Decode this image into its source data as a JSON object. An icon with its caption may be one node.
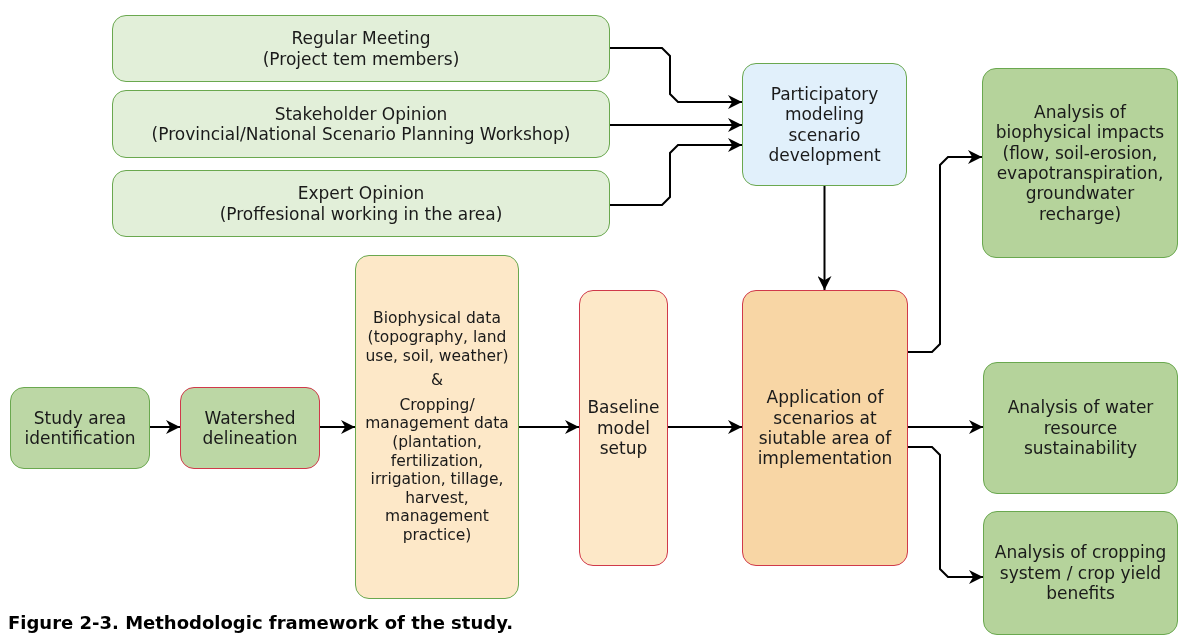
{
  "diagram": {
    "caption": "Figure 2-3. Methodologic framework of the study.",
    "nodes": [
      {
        "text": [
          "Regular Meeting",
          "(Project tem members)"
        ]
      },
      {
        "text": [
          "Stakeholder Opinion",
          "(Provincial/National Scenario Planning Workshop)"
        ]
      },
      {
        "text": [
          "Expert Opinion",
          "(Proffesional working in the area)"
        ]
      },
      {
        "text": [
          "Participatory modeling scenario development"
        ]
      },
      {
        "text": [
          "Study area identification"
        ]
      },
      {
        "text": [
          "Watershed delineation"
        ]
      },
      {
        "text": [
          "Biophysical data (topography, land use, soil, weather)",
          "&",
          "Cropping/ management data (plantation, fertilization, irrigation, tillage, harvest, management practice)"
        ]
      },
      {
        "text": [
          "Baseline model setup"
        ]
      },
      {
        "text": [
          "Application of scenarios at siutable area of implementation"
        ]
      },
      {
        "text": [
          "Analysis of biophysical impacts (flow, soil-erosion, evapotranspiration, groundwater recharge)"
        ]
      },
      {
        "text": [
          "Analysis of water resource sustainability"
        ]
      },
      {
        "text": [
          "Analysis of cropping system / crop yield benefits"
        ]
      }
    ],
    "edges": [
      {
        "from": 0,
        "to": 3,
        "arrow": "to"
      },
      {
        "from": 1,
        "to": 3,
        "arrow": "to"
      },
      {
        "from": 2,
        "to": 3,
        "arrow": "to"
      },
      {
        "from": 3,
        "to": 8,
        "arrow": "to"
      },
      {
        "from": 4,
        "to": 5,
        "arrow": "to"
      },
      {
        "from": 5,
        "to": 6,
        "arrow": "to"
      },
      {
        "from": 6,
        "to": 7,
        "arrow": "to"
      },
      {
        "from": 7,
        "to": 8,
        "arrow": "to"
      },
      {
        "from": 8,
        "to": 9,
        "arrow": "to"
      },
      {
        "from": 8,
        "to": 10,
        "arrow": "to"
      },
      {
        "from": 8,
        "to": 11,
        "arrow": "to"
      }
    ]
  }
}
